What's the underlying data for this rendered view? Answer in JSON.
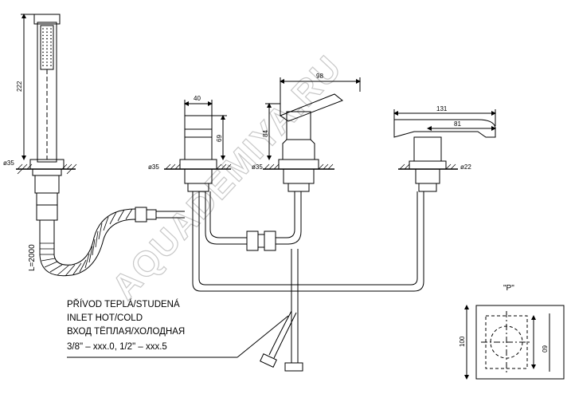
{
  "watermark": "AQUADEMIYA.RU",
  "dimensions": {
    "shower_height": "222",
    "shower_dia": "ø35",
    "hose_length": "L=2000",
    "mixer1_width": "40",
    "mixer1_height": "69",
    "mixer1_dia": "ø35",
    "mixer2_width": "98",
    "mixer2_height": "84",
    "mixer2_dia": "ø35",
    "spout_total": "131",
    "spout_reach": "81",
    "spout_dia": "ø22"
  },
  "notes": [
    "PŘÍVOD TEPLÁ/STUDENÁ",
    "INLET HOT/COLD",
    "ВХОД ТЁПЛАЯ/ХОЛОДНАЯ",
    "3/8\" – xxx.0, 1/2\" – xxx.5"
  ],
  "detail_view": {
    "title": "\"P\"",
    "height": "100",
    "inner": "60"
  }
}
